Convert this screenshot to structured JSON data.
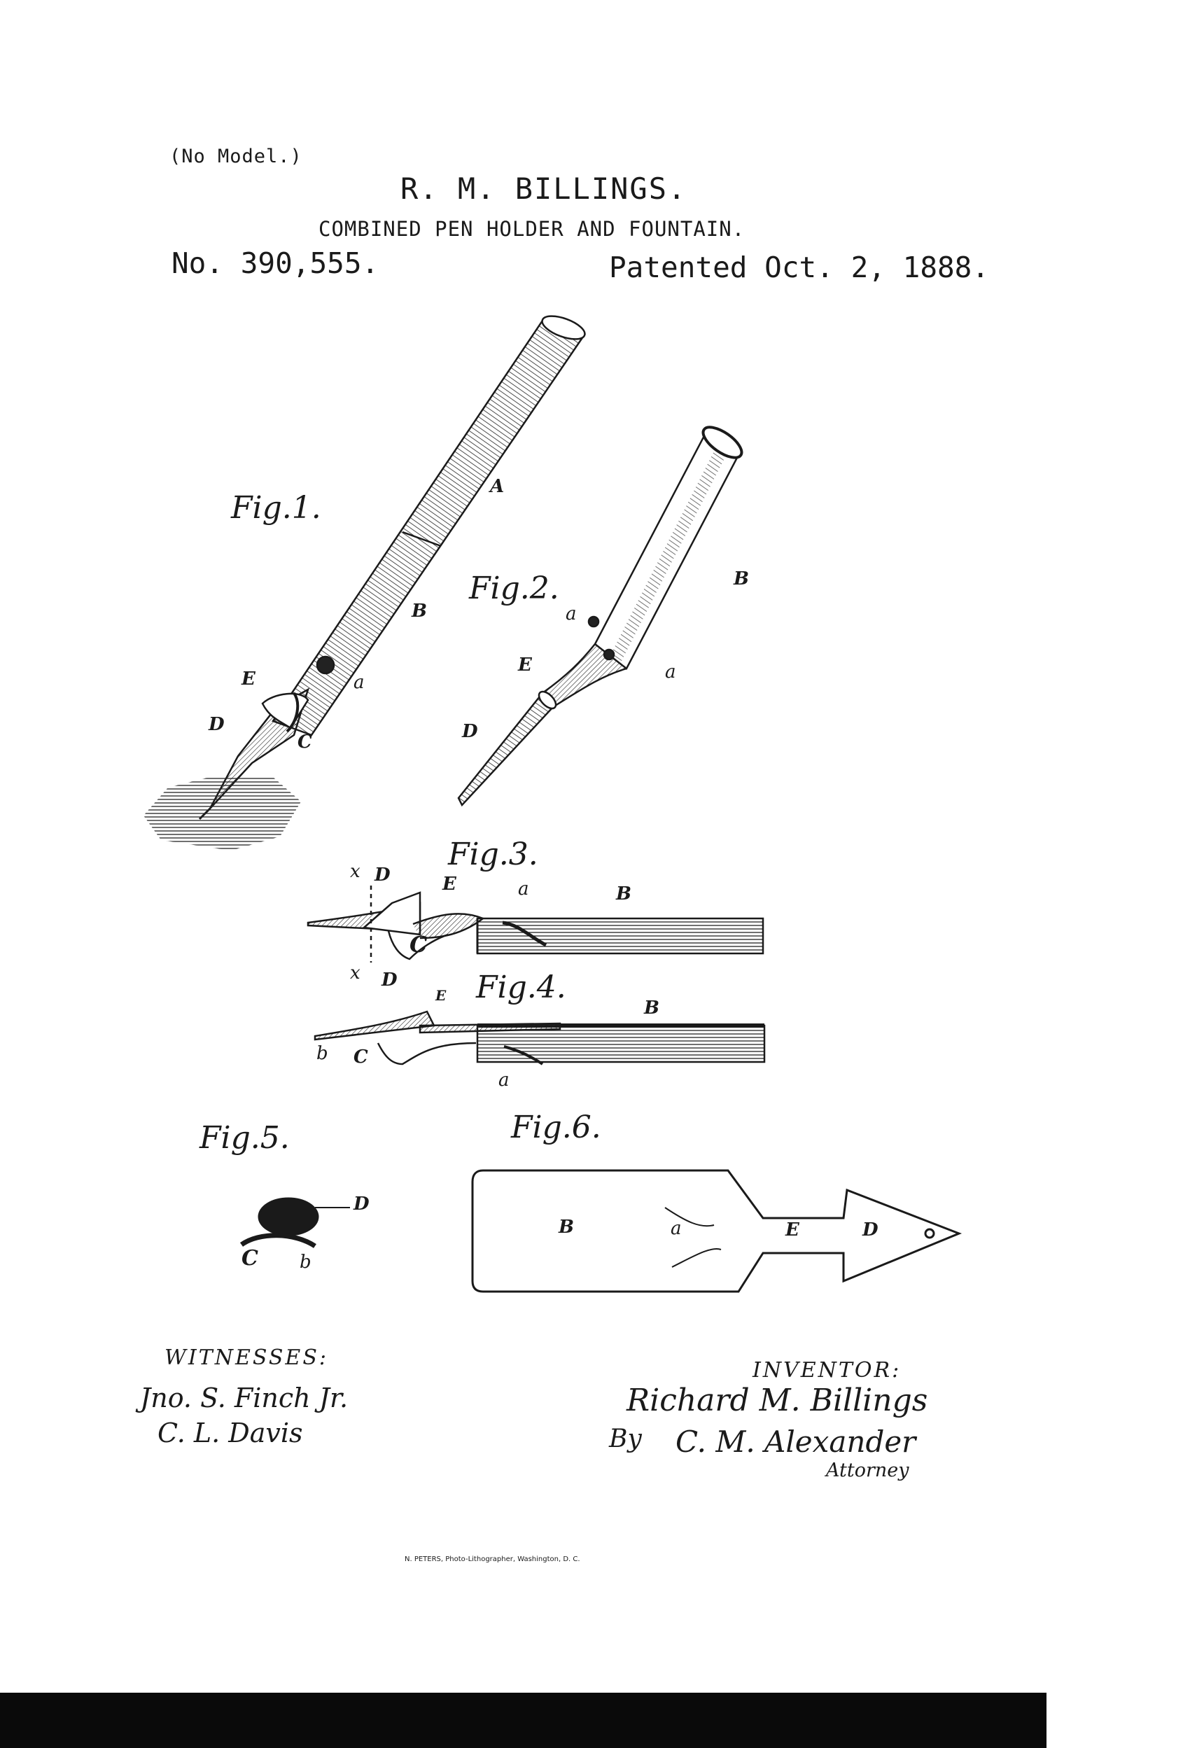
{
  "header": {
    "no_model": "(No Model.)",
    "inventor_name": "R. M. BILLINGS.",
    "title": "COMBINED PEN HOLDER AND FOUNTAIN.",
    "patent_number": "No. 390,555.",
    "patent_date": "Patented Oct. 2, 1888."
  },
  "figures": {
    "fig1": {
      "label": "Fig.1.",
      "parts": [
        "A",
        "B",
        "E",
        "a",
        "D",
        "C"
      ]
    },
    "fig2": {
      "label": "Fig.2.",
      "parts": [
        "B",
        "a",
        "E",
        "a",
        "D"
      ]
    },
    "fig3": {
      "label": "Fig.3.",
      "parts": [
        "x",
        "D",
        "E",
        "a",
        "B",
        "C",
        "x"
      ]
    },
    "fig4": {
      "label": "Fig.4.",
      "parts": [
        "D",
        "E",
        "B",
        "b",
        "C",
        "a"
      ]
    },
    "fig5": {
      "label": "Fig.5.",
      "parts": [
        "D",
        "C",
        "b"
      ]
    },
    "fig6": {
      "label": "Fig.6.",
      "parts": [
        "B",
        "a",
        "E",
        "D"
      ]
    }
  },
  "footer": {
    "witnesses_label": "WITNESSES:",
    "witness_1": "Jno. S. Finch Jr.",
    "witness_2": "C. L. Davis",
    "inventor_label": "INVENTOR:",
    "inventor_signature": "Richard M. Billings",
    "by": "By",
    "attorney_signature": "C. M. Alexander",
    "attorney_label": "Attorney",
    "printer_line": "N. PETERS, Photo-Lithographer, Washington, D. C."
  }
}
